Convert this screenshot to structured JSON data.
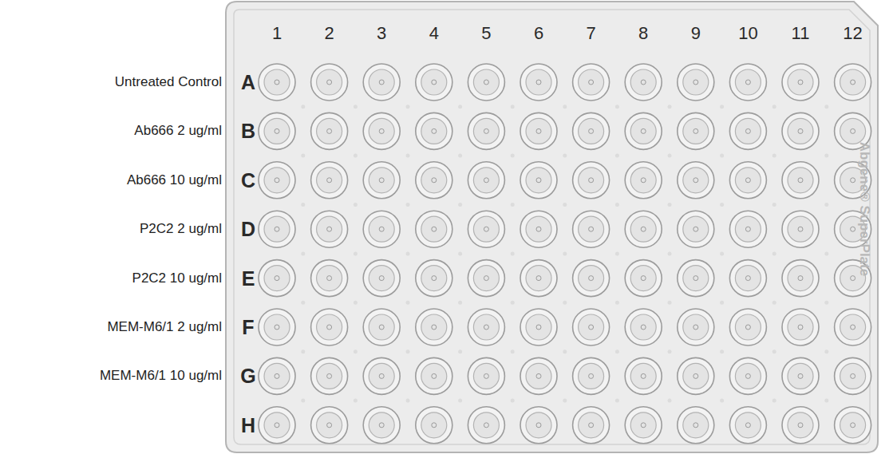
{
  "diagram": {
    "labels": [
      "1",
      "2",
      "3",
      "4",
      "5",
      "6",
      "7",
      "8",
      "9",
      "10",
      "11",
      "12",
      "A",
      "B",
      "C",
      "D",
      "E",
      "F",
      "G",
      "H",
      "Untreated Control",
      "Ab666 2 ug/ml",
      "Ab666 10 ug/ml",
      "P2C2 2 ug/ml",
      "P2C2 10 ug/ml",
      "MEM-M6/1 2 ug/ml",
      "MEM-M6/1 10 ug/ml",
      "Abgene® SuperPlate"
    ]
  }
}
